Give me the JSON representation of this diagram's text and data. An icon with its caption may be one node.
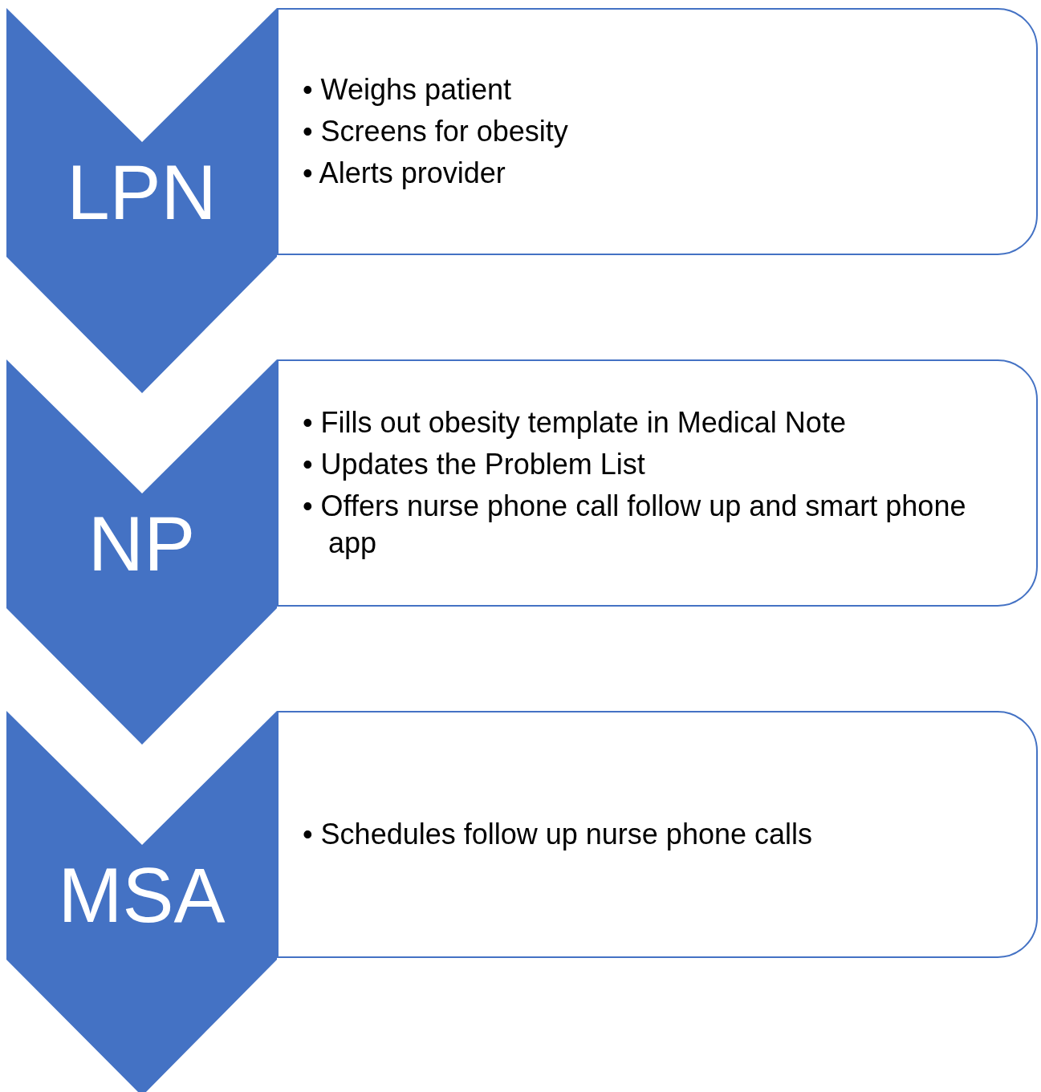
{
  "diagram": {
    "nodes": [
      {
        "text": [
          "LPN"
        ]
      },
      {
        "text": [
          "• Weighs patient",
          "• Screens for obesity",
          "• Alerts provider"
        ]
      },
      {
        "text": [
          "NP"
        ]
      },
      {
        "text": [
          "• Fills out obesity template in Medical Note",
          "• Updates the Problem List",
          "• Offers nurse phone call follow up and smart phone app"
        ]
      },
      {
        "text": [
          "MSA"
        ]
      },
      {
        "text": [
          "• Schedules follow up nurse phone calls"
        ]
      }
    ]
  }
}
